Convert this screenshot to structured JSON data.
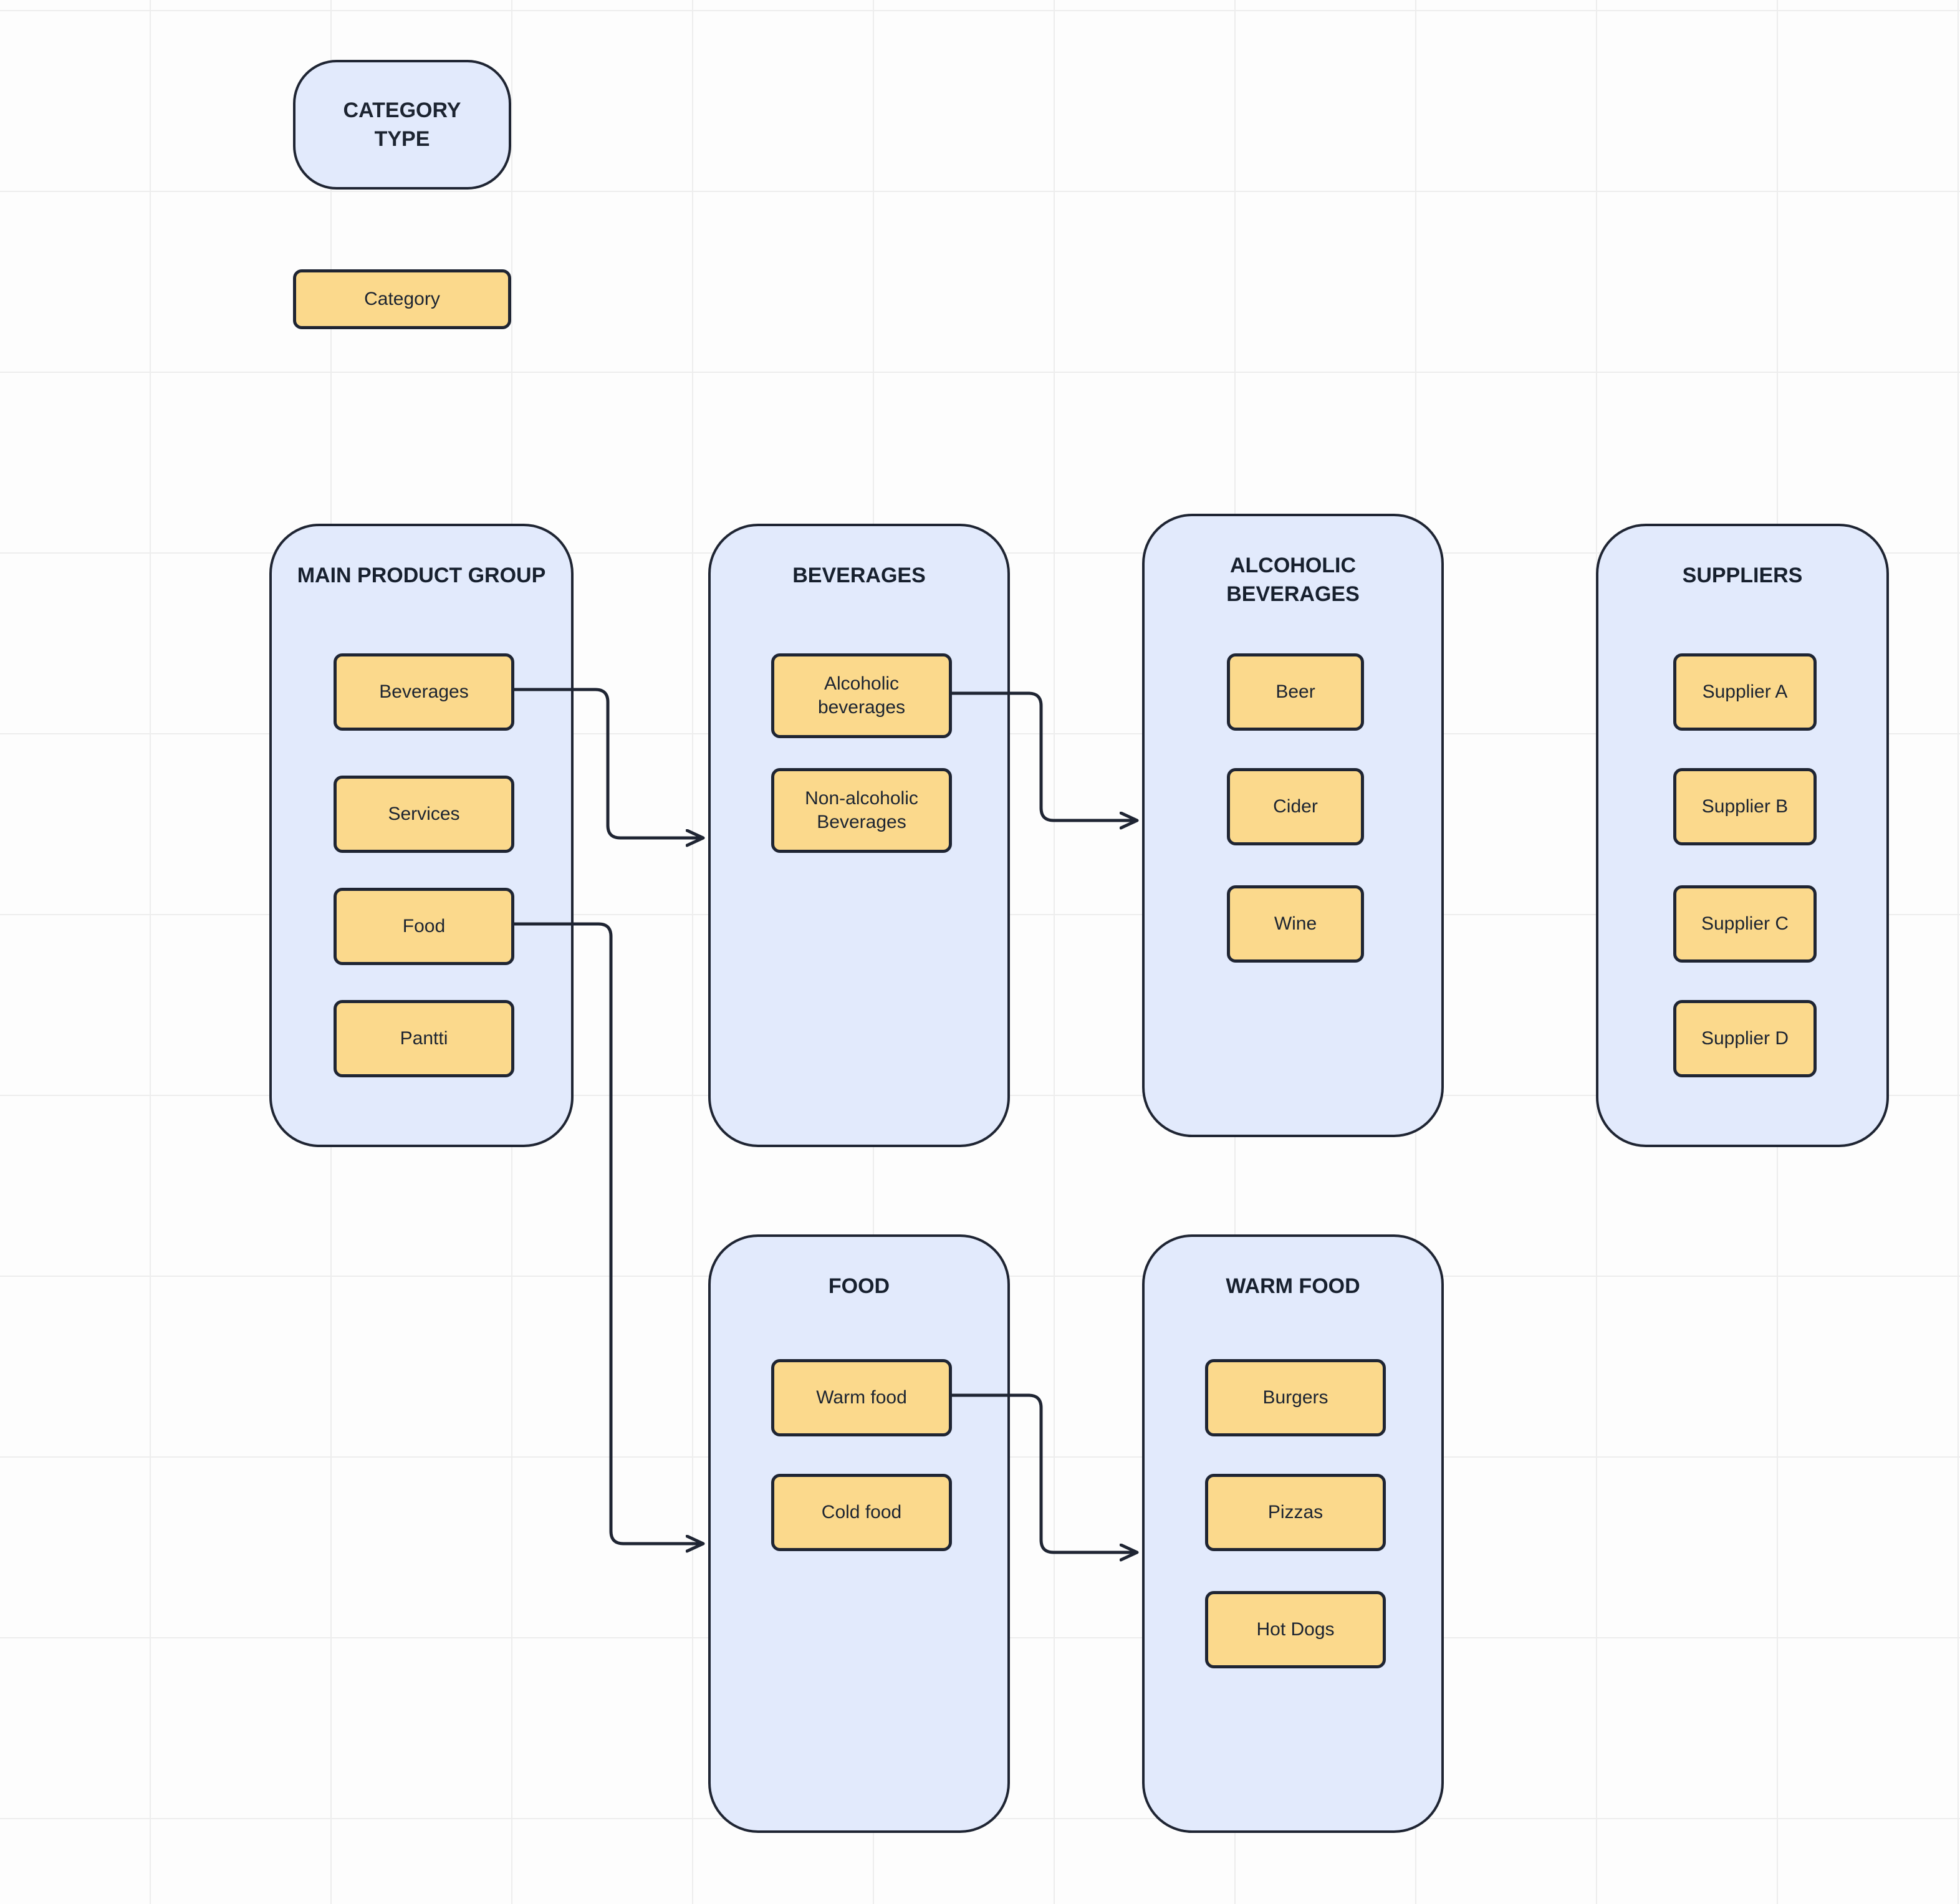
{
  "canvas": {
    "background": "#fdfdfd",
    "grid_color": "#ededed"
  },
  "colors": {
    "container_fill": "#e2eafc",
    "node_fill": "#fbd98c",
    "stroke": "#1f2533"
  },
  "legend": {
    "type_label": "CATEGORY TYPE",
    "category_label": "Category"
  },
  "containers": [
    {
      "title": "MAIN PRODUCT GROUP",
      "items": [
        {
          "label": "Beverages"
        },
        {
          "label": "Services"
        },
        {
          "label": "Food"
        },
        {
          "label": "Pantti"
        }
      ]
    },
    {
      "title": "BEVERAGES",
      "items": [
        {
          "label": "Alcoholic beverages"
        },
        {
          "label": "Non-alcoholic Beverages"
        }
      ]
    },
    {
      "title": "ALCOHOLIC BEVERAGES",
      "items": [
        {
          "label": "Beer"
        },
        {
          "label": "Cider"
        },
        {
          "label": "Wine"
        }
      ]
    },
    {
      "title": "SUPPLIERS",
      "items": [
        {
          "label": "Supplier A"
        },
        {
          "label": "Supplier B"
        },
        {
          "label": "Supplier C"
        },
        {
          "label": "Supplier D"
        }
      ]
    },
    {
      "title": "FOOD",
      "items": [
        {
          "label": "Warm food"
        },
        {
          "label": "Cold food"
        }
      ]
    },
    {
      "title": "WARM FOOD",
      "items": [
        {
          "label": "Burgers"
        },
        {
          "label": "Pizzas"
        },
        {
          "label": "Hot Dogs"
        }
      ]
    }
  ],
  "connections": [
    {
      "from": "Beverages",
      "to": "BEVERAGES"
    },
    {
      "from": "Alcoholic beverages",
      "to": "ALCOHOLIC BEVERAGES"
    },
    {
      "from": "Food",
      "to": "FOOD"
    },
    {
      "from": "Warm food",
      "to": "WARM FOOD"
    }
  ]
}
